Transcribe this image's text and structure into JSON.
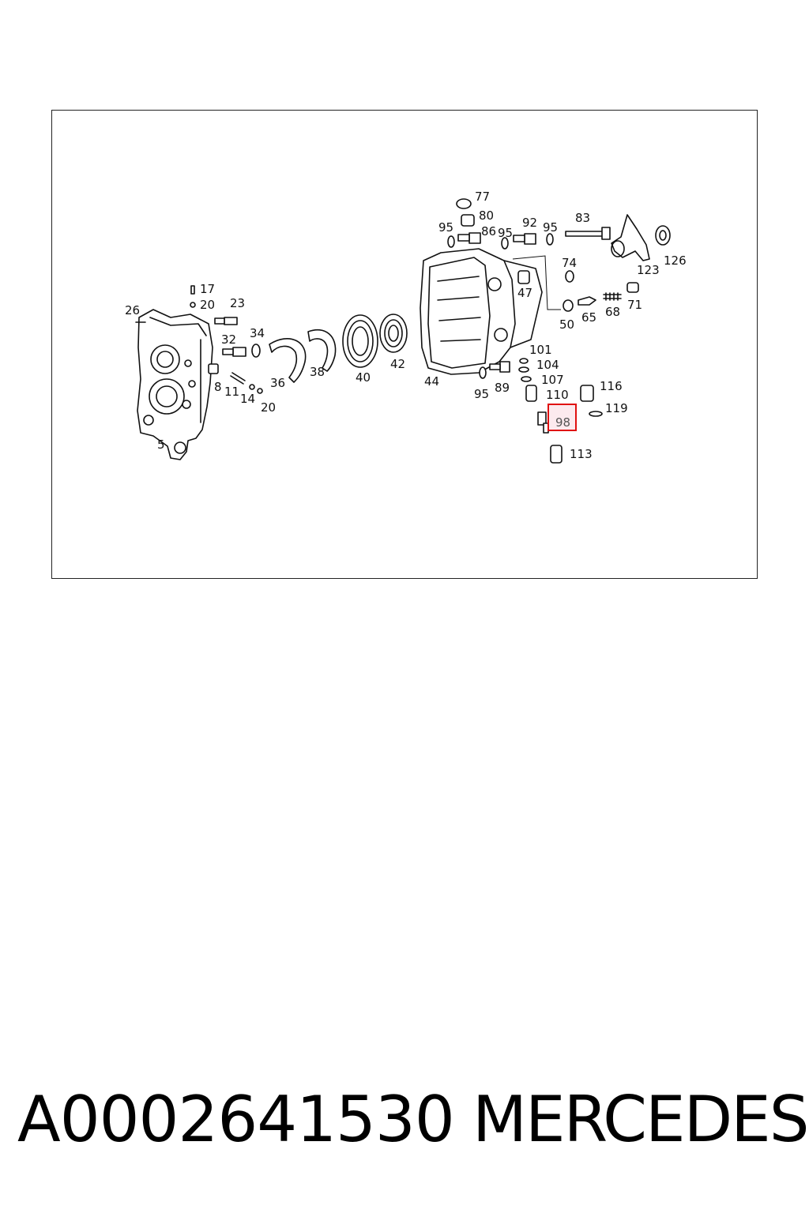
{
  "diagram": {
    "highlighted_callout": "98",
    "highlight_color": "#e01010",
    "callouts": [
      "77",
      "80",
      "95",
      "86",
      "95",
      "92",
      "95",
      "83",
      "126",
      "123",
      "74",
      "47",
      "71",
      "68",
      "65",
      "50",
      "17",
      "20",
      "23",
      "26",
      "32",
      "34",
      "36",
      "38",
      "40",
      "42",
      "44",
      "8",
      "11",
      "14",
      "20",
      "5",
      "101",
      "104",
      "107",
      "110",
      "116",
      "119",
      "98",
      "113",
      "95",
      "89"
    ]
  },
  "footer": {
    "part_number": "A0002641530",
    "brand": "MERCEDES"
  }
}
